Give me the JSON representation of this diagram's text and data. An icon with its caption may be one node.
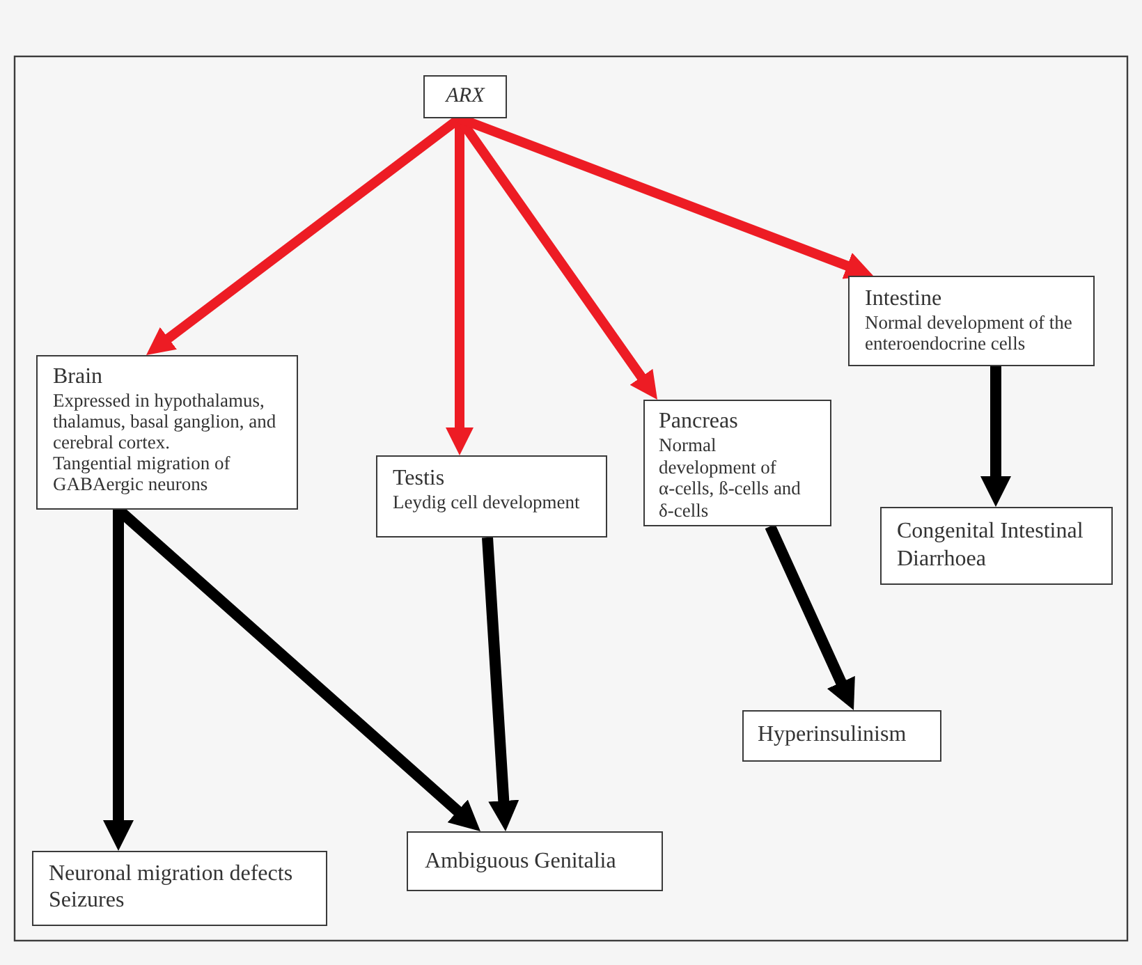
{
  "diagram": {
    "nodes": [
      {
        "text": [
          "ARX"
        ]
      },
      {
        "text": [
          "Brain",
          "Expressed in hypothalamus, thalamus, basal ganglion, and cerebral cortex.",
          "Tangential migration of GABAergic neurons"
        ]
      },
      {
        "text": [
          "Testis",
          "Leydig cell development"
        ]
      },
      {
        "text": [
          "Pancreas",
          "Normal development of α-cells, ß-cells and δ-cells"
        ]
      },
      {
        "text": [
          "Intestine",
          "Normal development of the enteroendocrine cells"
        ]
      },
      {
        "text": [
          "Neuronal migration defects",
          "Seizures"
        ]
      },
      {
        "text": [
          "Ambiguous Genitalia"
        ]
      },
      {
        "text": [
          "Hyperinsulinism"
        ]
      },
      {
        "text": [
          "Congenital Intestinal Diarrhoea"
        ]
      }
    ],
    "edges": [
      {
        "from": 0,
        "to": 1,
        "arrow": "to",
        "color": "#ed1c24"
      },
      {
        "from": 0,
        "to": 2,
        "arrow": "to",
        "color": "#ed1c24"
      },
      {
        "from": 0,
        "to": 3,
        "arrow": "to",
        "color": "#ed1c24"
      },
      {
        "from": 0,
        "to": 4,
        "arrow": "to",
        "color": "#ed1c24"
      },
      {
        "from": 1,
        "to": 5,
        "arrow": "to"
      },
      {
        "from": 1,
        "to": 6,
        "arrow": "to"
      },
      {
        "from": 2,
        "to": 6,
        "arrow": "to"
      },
      {
        "from": 3,
        "to": 7,
        "arrow": "to"
      },
      {
        "from": 4,
        "to": 8,
        "arrow": "to"
      }
    ]
  }
}
